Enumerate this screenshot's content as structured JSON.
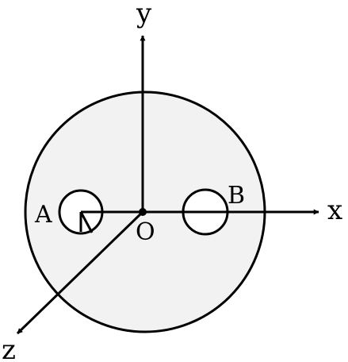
{
  "labels": {
    "y_axis": "y",
    "x_axis": "x",
    "z_axis": "z",
    "origin": "O",
    "hole_a": "A",
    "hole_b": "B"
  },
  "colors": {
    "disc_fill": "#f2f2f2",
    "stroke": "#000000",
    "background": "#ffffff"
  }
}
